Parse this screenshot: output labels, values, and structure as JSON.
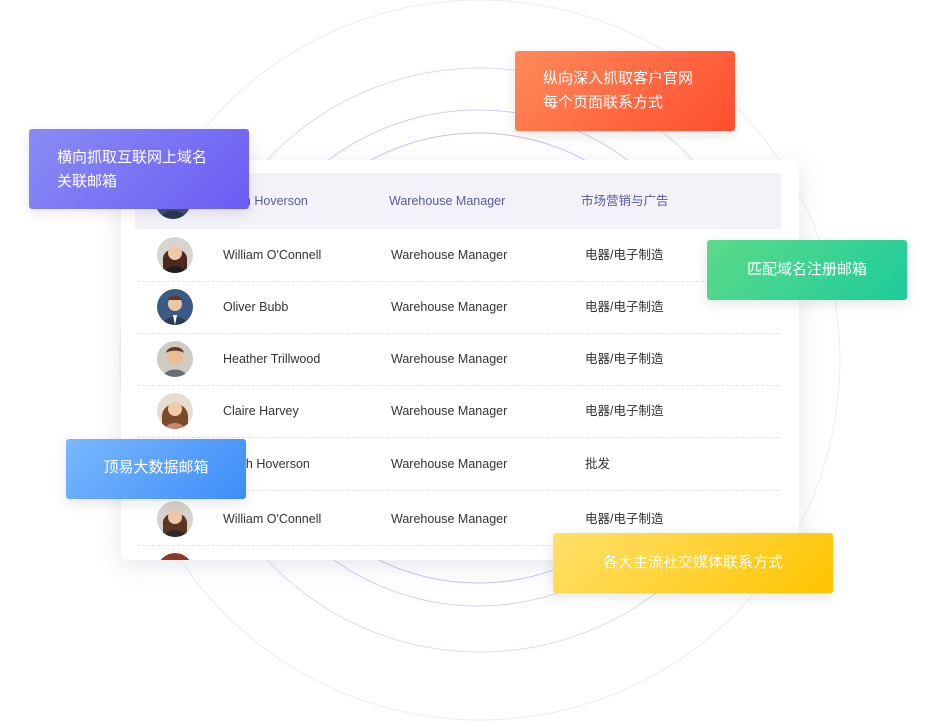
{
  "colors": {
    "ring": "#c9c9ee",
    "header_bg": "#f2f2f8",
    "header_text": "#5a5aa0",
    "tag_orange": "#ff5a36",
    "tag_purple": "#7469f4",
    "tag_green": "#2fd08f",
    "tag_blue": "#4a95f9",
    "tag_yellow": "#ffd000"
  },
  "table": {
    "header": {
      "avatar": "avatar-icon",
      "name": "Noah Hoverson",
      "title": "Warehouse Manager",
      "industry": "市场营销与广告"
    },
    "rows": [
      {
        "avatar": "avatar-icon",
        "name": "William O'Connell",
        "title": "Warehouse Manager",
        "industry": "电器/电子制造"
      },
      {
        "avatar": "avatar-icon",
        "name": "Oliver Bubb",
        "title": "Warehouse Manager",
        "industry": "电器/电子制造"
      },
      {
        "avatar": "avatar-icon",
        "name": "Heather Trillwood",
        "title": "Warehouse Manager",
        "industry": "电器/电子制造"
      },
      {
        "avatar": "avatar-icon",
        "name": "Claire Harvey",
        "title": "Warehouse Manager",
        "industry": "电器/电子制造"
      },
      {
        "avatar": "avatar-icon",
        "name": "Noah Hoverson",
        "title": "Warehouse Manager",
        "industry": "批发"
      },
      {
        "avatar": "avatar-icon",
        "name": "William O'Connell",
        "title": "Warehouse Manager",
        "industry": "电器/电子制造"
      }
    ]
  },
  "tags": {
    "vertical_line1": "纵向深入抓取客户官网",
    "vertical_line2": "每个页面联系方式",
    "horizontal_line1": "横向抓取互联网上域名",
    "horizontal_line2": "关联邮箱",
    "domain_match": "匹配域名注册邮箱",
    "big_data": "顶易大数据邮箱",
    "social": "各大主流社交媒体联系方式"
  }
}
